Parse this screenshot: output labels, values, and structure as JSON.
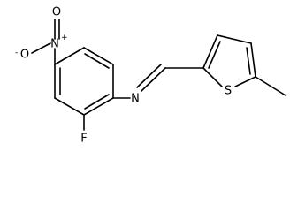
{
  "molecule": {
    "atoms": {
      "o_minus": {
        "label": "O",
        "charge": "-"
      },
      "o_top": {
        "label": "O"
      },
      "n_nitro": {
        "label": "N",
        "charge": "+"
      },
      "n_imine": {
        "label": "N"
      },
      "sulfur": {
        "label": "S"
      },
      "fluorine": {
        "label": "F"
      }
    }
  }
}
